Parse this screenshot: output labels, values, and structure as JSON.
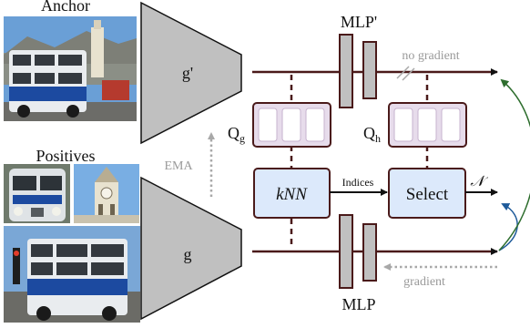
{
  "labels": {
    "anchor": "Anchor",
    "positives": "Positives",
    "encoder_momentum": "g'",
    "encoder": "g",
    "mlp_momentum": "MLP'",
    "mlp": "MLP",
    "no_gradient": "no gradient",
    "gradient": "gradient",
    "ema": "EMA",
    "knn": "kNN",
    "select": "Select",
    "indices": "Indices",
    "queue_g_main": "Q",
    "queue_g_sub": "g",
    "queue_h_main": "Q",
    "queue_h_sub": "h",
    "neighbors_symbol": "𝒩"
  },
  "colors": {
    "line": "#4a1a1a",
    "encoder_fill": "#c0c0c0",
    "box_fill": "#dce9fb",
    "queue_fill": "#e7dceb",
    "arrow_gray": "#a8a8a8",
    "arrow_green": "#2e6e2e",
    "arrow_blue": "#1e5a9a"
  },
  "images": {
    "anchor": "double-decker-bus-icon",
    "positive_1": "bus-front-icon",
    "positive_2": "clock-tower-icon",
    "positive_3": "double-decker-bus-icon"
  }
}
